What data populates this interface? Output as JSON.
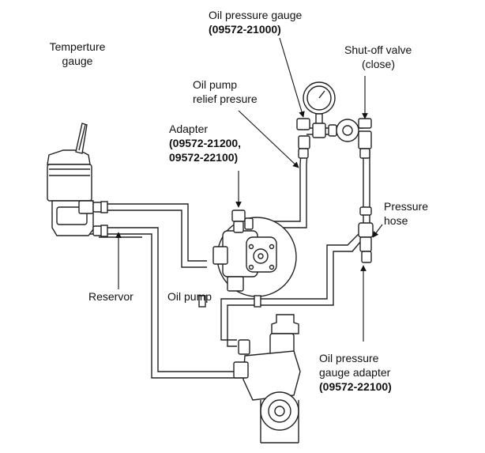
{
  "labels": {
    "temperature_gauge": [
      "Temperture",
      "gauge"
    ],
    "oil_pressure_gauge": {
      "name": "Oil pressure gauge",
      "part_no": "(09572-21000)"
    },
    "shutoff_valve": [
      "Shut-off valve",
      "(close)"
    ],
    "oil_pump_relief": [
      "Oil pump",
      "relief presure"
    ],
    "adapter": {
      "name": "Adapter",
      "part_no": [
        "(09572-21200,",
        "09572-22100)"
      ]
    },
    "pressure_hose": [
      "Pressure",
      "hose"
    ],
    "reservor": "Reservor",
    "oil_pump": "Oil pump",
    "oil_pressure_gauge_adapter": {
      "name": [
        "Oil pressure",
        "gauge adapter"
      ],
      "part_no": "(09572-22100)"
    }
  },
  "colors": {
    "line": "#222222",
    "background": "#ffffff"
  }
}
